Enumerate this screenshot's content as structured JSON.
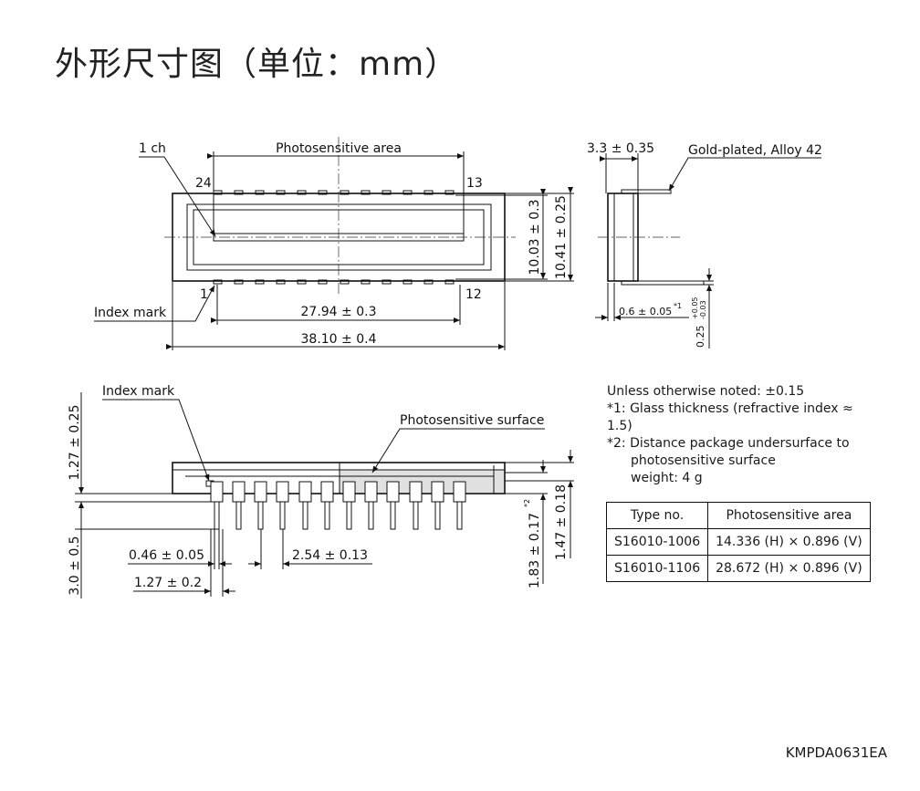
{
  "title": "外形尺寸图（单位：mm）",
  "top_view": {
    "ch1_label": "1 ch",
    "photosensitive_area_label": "Photosensitive area",
    "pin_24": "24",
    "pin_13": "13",
    "pin_1": "1",
    "pin_12": "12",
    "index_mark": "Index mark",
    "dim_pin_span": "27.94 ± 0.3",
    "dim_length": "38.10 ± 0.4",
    "dim_inner_height": "10.03 ± 0.3",
    "dim_outer_height": "10.41 ± 0.25"
  },
  "side_view": {
    "dim_thickness": "3.3 ± 0.35",
    "lead_material": "Gold-plated, Alloy 42",
    "dim_lead_pitch": "0.6 ± 0.05",
    "dim_lead_pitch_note": "*1",
    "dim_lead_thickness": "0.25",
    "dim_lead_tol_plus": "+0.05",
    "dim_lead_tol_minus": "-0.03"
  },
  "front_view": {
    "index_mark": "Index mark",
    "photosensitive_surface": "Photosensitive surface",
    "dim_body": "1.27 ± 0.25",
    "dim_lead_length": "3.0 ± 0.5",
    "dim_lead_width": "0.46 ± 0.05",
    "dim_pitch": "2.54 ± 0.13",
    "dim_shoulder": "1.27 ± 0.2",
    "dim_surface_height": "1.83 ± 0.17",
    "dim_surface_note": "*2",
    "dim_total_height": "1.47 ± 0.18"
  },
  "notes": {
    "line1": "Unless otherwise noted: ±0.15",
    "line2": "*1: Glass thickness (refractive index ≈ 1.5)",
    "line3": "*2: Distance package undersurface to",
    "line4": "photosensitive surface",
    "line5": "weight: 4 g"
  },
  "table": {
    "headers": [
      "Type no.",
      "Photosensitive area"
    ],
    "rows": [
      [
        "S16010-1006",
        "14.336 (H) × 0.896 (V)"
      ],
      [
        "S16010-1106",
        "28.672 (H) × 0.896 (V)"
      ]
    ]
  },
  "doc_code": "KMPDA0631EA"
}
